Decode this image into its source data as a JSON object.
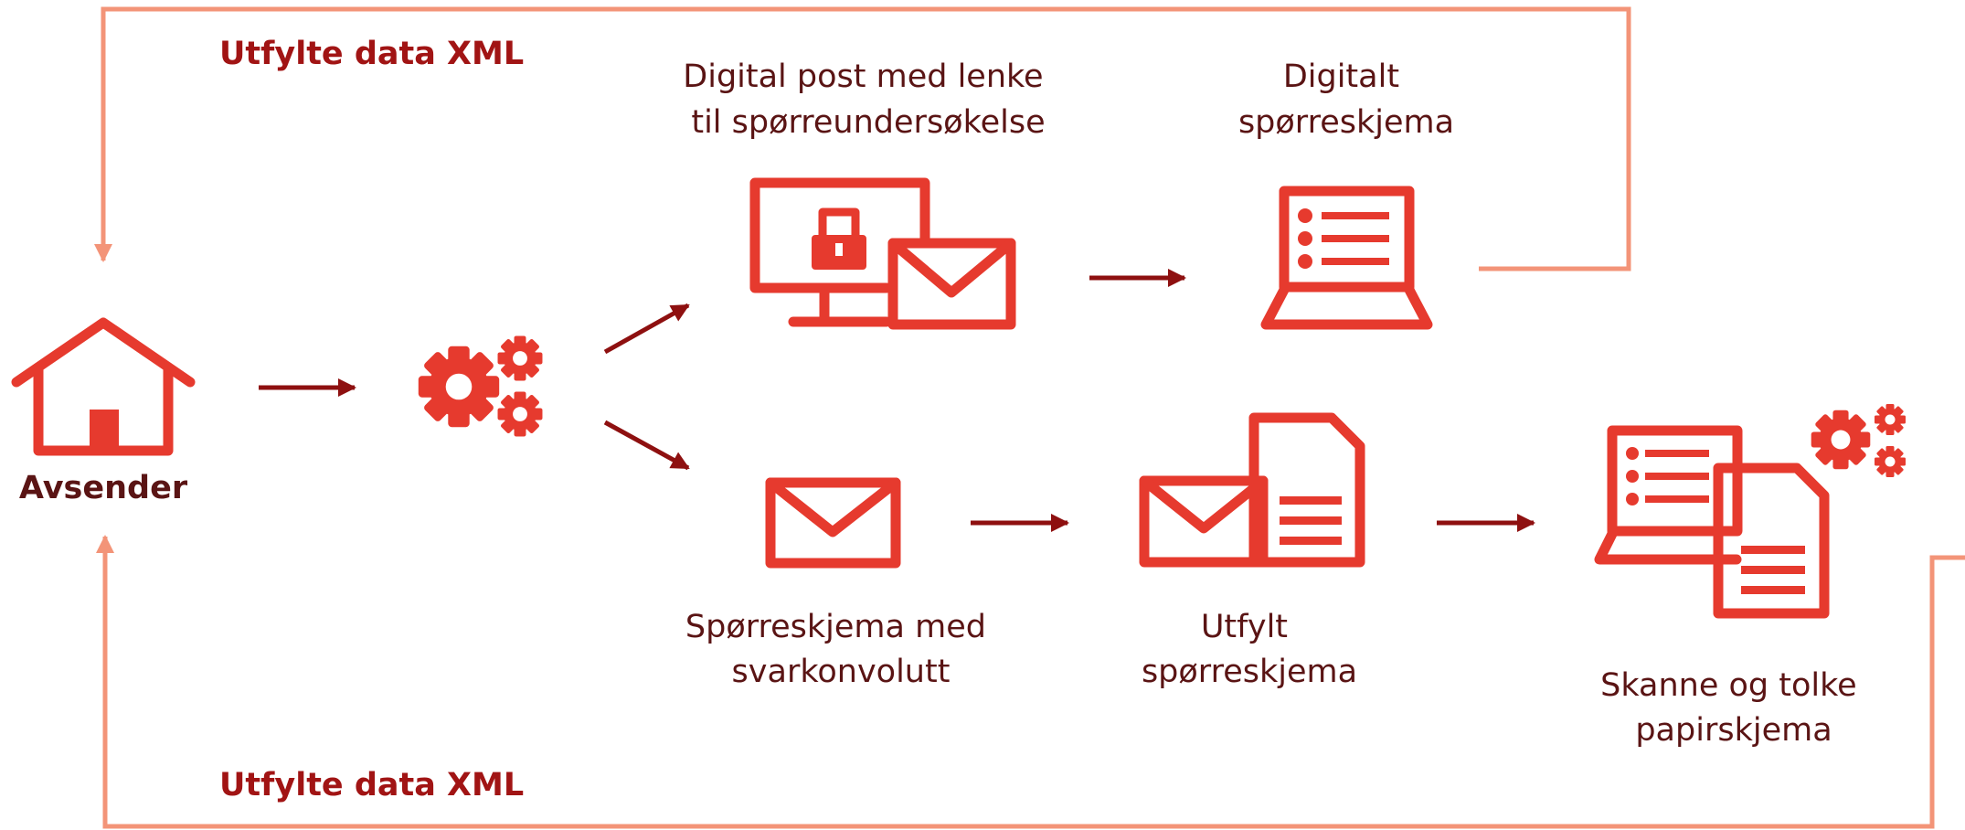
{
  "labels": {
    "feedback_top": "Utfylte data XML",
    "feedback_bottom": "Utfylte data XML",
    "sender": "Avsender",
    "digital_post_line1": "Digital post med lenke",
    "digital_post_line2": "til spørreundersøkelse",
    "digital_form_line1": "Digitalt",
    "digital_form_line2": "spørreskjema",
    "paper_form_line1": "Spørreskjema med",
    "paper_form_line2": "svarkonvolutt",
    "filled_form_line1": "Utfylt",
    "filled_form_line2": "spørreskjema",
    "scan_line1": "Skanne og tolke",
    "scan_line2": "papirskjema"
  },
  "icons": {
    "sender": "house-icon",
    "processing": "gears-icon",
    "digital_post": "monitor-lock-envelope-icon",
    "digital_form": "laptop-form-icon",
    "paper_form": "envelope-icon",
    "filled_form": "envelope-document-icon",
    "scan": "laptop-document-gears-icon"
  },
  "colors": {
    "icon": "#e63a2e",
    "flow_arrow": "#8e1010",
    "feedback_line": "#f39478",
    "label_text": "#5a1414",
    "feedback_text": "#a11414"
  }
}
